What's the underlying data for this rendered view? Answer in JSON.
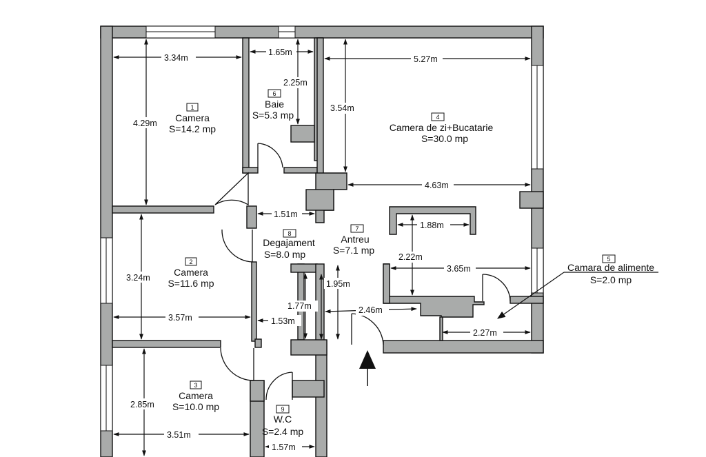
{
  "rooms": [
    {
      "id": "1",
      "name": "Camera",
      "area": "S=14.2 mp"
    },
    {
      "id": "2",
      "name": "Camera",
      "area": "S=11.6 mp"
    },
    {
      "id": "3",
      "name": "Camera",
      "area": "S=10.0 mp"
    },
    {
      "id": "4",
      "name": "Camera de zi+Bucatarie",
      "area": "S=30.0 mp"
    },
    {
      "id": "5",
      "name": "Camara de alimente",
      "area": "S=2.0 mp"
    },
    {
      "id": "6",
      "name": "Baie",
      "area": "S=5.3 mp"
    },
    {
      "id": "7",
      "name": "Antreu",
      "area": "S=7.1 mp"
    },
    {
      "id": "8",
      "name": "Degajament",
      "area": "S=8.0 mp"
    },
    {
      "id": "9",
      "name": "W.C",
      "area": "S=2.4 mp"
    }
  ],
  "dimensions": {
    "room1_width": "3.34m",
    "room1_height": "4.29m",
    "baie_width": "1.65m",
    "baie_height": "2.25m",
    "room4_width": "5.27m",
    "room4_height": "3.54m",
    "room4_lower": "4.63m",
    "degaj_width": "1.51m",
    "room2_height": "3.24m",
    "room2_width": "3.57m",
    "island_width": "1.88m",
    "island_height": "2.22m",
    "kitchen_width": "3.65m",
    "camara_width": "2.27m",
    "antreu_height": "1.95m",
    "degaj_lower_height": "1.77m",
    "degaj_lower_width": "1.53m",
    "antreu_width": "2.46m",
    "room3_height": "2.85m",
    "room3_width": "3.51m",
    "wc_width": "1.57m"
  }
}
